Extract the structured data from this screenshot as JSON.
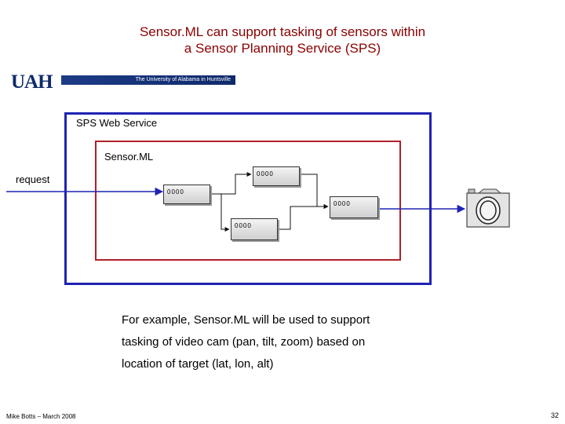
{
  "slide": {
    "title_line1": "Sensor.ML can support tasking of sensors within",
    "title_line2": "a Sensor Planning Service (SPS)",
    "logo": {
      "letters": "UAH",
      "tagline": "The University of Alabama in Huntsville"
    },
    "diagram": {
      "outer_label": "SPS Web Service",
      "inner_label": "Sensor.ML",
      "input_label": "request",
      "process_labels": [
        "0000",
        "0000",
        "0000",
        "0000"
      ]
    },
    "caption": {
      "line1": "For example, Sensor.ML will be used to support",
      "line2": "tasking of video cam (pan, tilt, zoom) based on",
      "line3": "location of target (lat, lon, alt)"
    },
    "footer": {
      "author": "Mike Botts – March 2008",
      "page": "32"
    },
    "colors": {
      "title": "#8b0000",
      "sps_border": "#1f23b4",
      "sensorml_border": "#b0202a",
      "arrow": "#1f23b4"
    }
  }
}
